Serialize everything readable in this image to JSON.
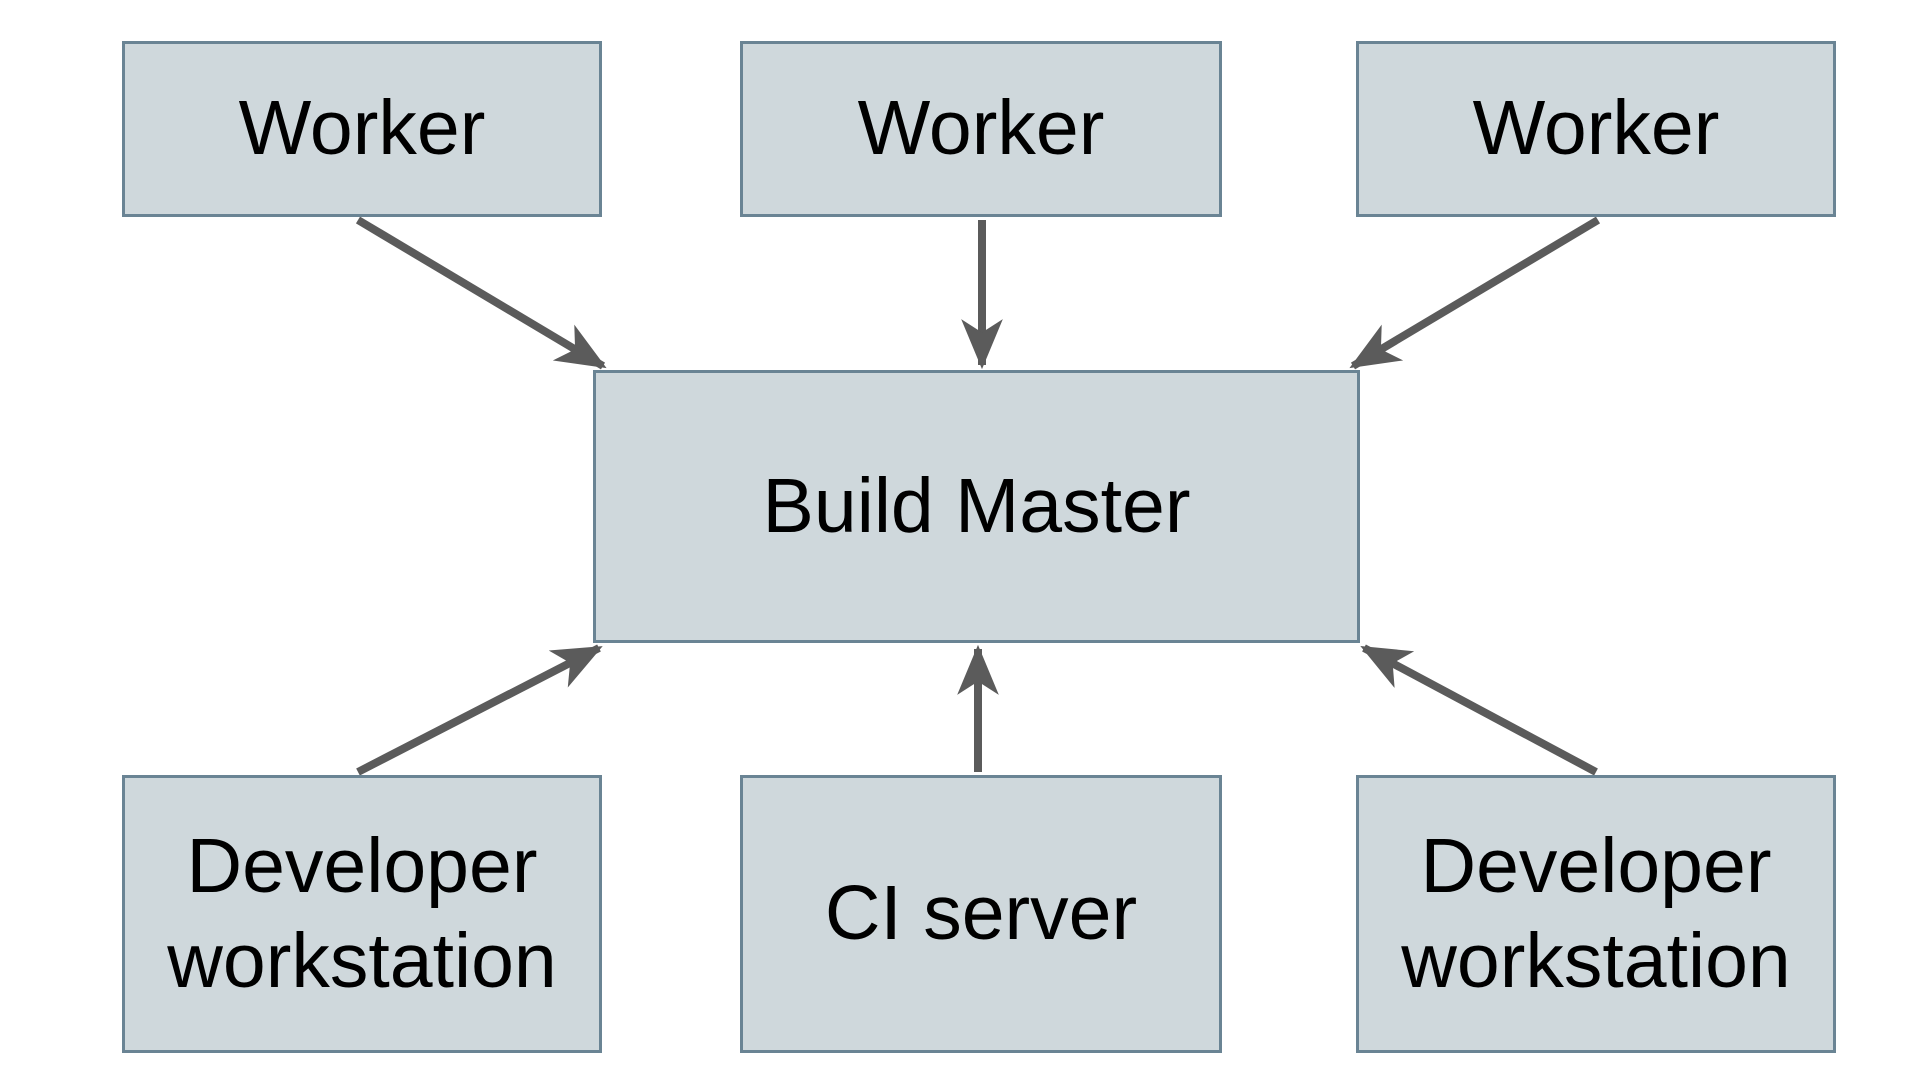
{
  "diagram": {
    "type": "architecture-diagram",
    "nodes": [
      {
        "id": "worker-1",
        "label": "Worker"
      },
      {
        "id": "worker-2",
        "label": "Worker"
      },
      {
        "id": "worker-3",
        "label": "Worker"
      },
      {
        "id": "build-master",
        "label": "Build Master"
      },
      {
        "id": "developer-workstation-1",
        "label": "Developer workstation"
      },
      {
        "id": "ci-server",
        "label": "CI server"
      },
      {
        "id": "developer-workstation-2",
        "label": "Developer workstation"
      }
    ],
    "edges": [
      {
        "from": "worker-1",
        "to": "build-master"
      },
      {
        "from": "worker-2",
        "to": "build-master"
      },
      {
        "from": "worker-3",
        "to": "build-master"
      },
      {
        "from": "developer-workstation-1",
        "to": "build-master"
      },
      {
        "from": "ci-server",
        "to": "build-master"
      },
      {
        "from": "developer-workstation-2",
        "to": "build-master"
      }
    ],
    "arrow_style": "stealth",
    "colors": {
      "background": "#ffffff",
      "node_fill": "#cfd8dc",
      "node_border": "#6a8494",
      "arrow": "#5b5b5b",
      "text": "#000000"
    }
  }
}
